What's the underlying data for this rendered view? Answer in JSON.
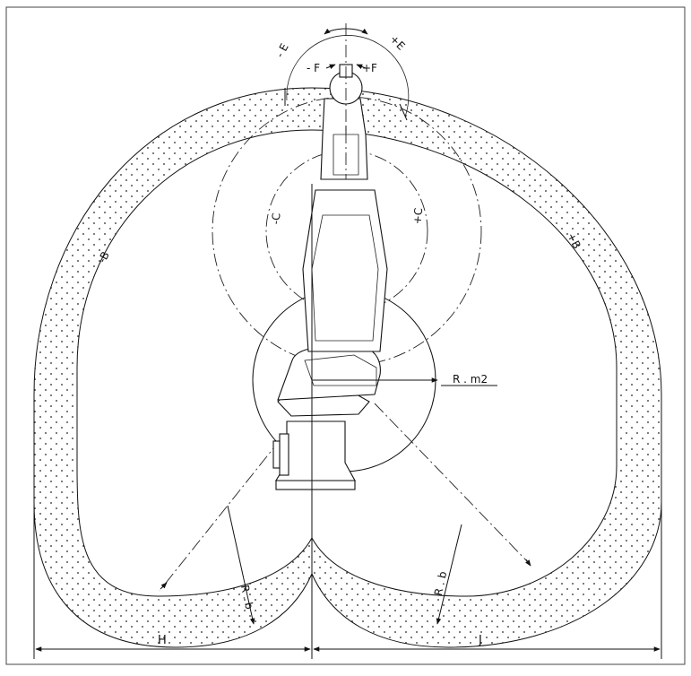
{
  "labels": {
    "minus_e": "- E",
    "plus_e": "+E",
    "minus_f": "- F",
    "plus_f": "+F",
    "minus_c": "-C",
    "plus_c": "+C",
    "minus_b": "-B",
    "plus_b": "+B",
    "radius_m2": "R . m2",
    "radius_b_left": "R . b",
    "radius_b_right": "R . b",
    "dim_h": "H",
    "dim_j": "J"
  }
}
